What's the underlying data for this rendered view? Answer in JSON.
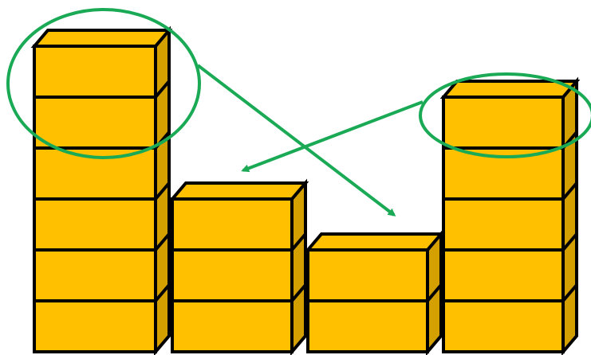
{
  "diagram": {
    "description_type": "block-stacks",
    "colors": {
      "block_front": "#FFC000",
      "block_top": "#FFC000",
      "block_side": "#D4A000",
      "block_outline": "#000000",
      "annotation": "#1AAA55",
      "background": "#FFFFFF"
    },
    "stacks": [
      {
        "id": "stack-1",
        "blocks": 6
      },
      {
        "id": "stack-2",
        "blocks": 3
      },
      {
        "id": "stack-3",
        "blocks": 2
      },
      {
        "id": "stack-4",
        "blocks": 5
      }
    ],
    "highlights": [
      {
        "id": "circle-stack-1-top",
        "stack": "stack-1",
        "blocks_circled": 2
      },
      {
        "id": "circle-stack-4-top",
        "stack": "stack-4",
        "blocks_circled": 1
      }
    ],
    "arrows": [
      {
        "id": "arrow-stack-1-to-stack-3",
        "from": "stack-1",
        "to": "stack-3"
      },
      {
        "id": "arrow-stack-4-to-stack-2",
        "from": "stack-4",
        "to": "stack-2"
      }
    ]
  }
}
